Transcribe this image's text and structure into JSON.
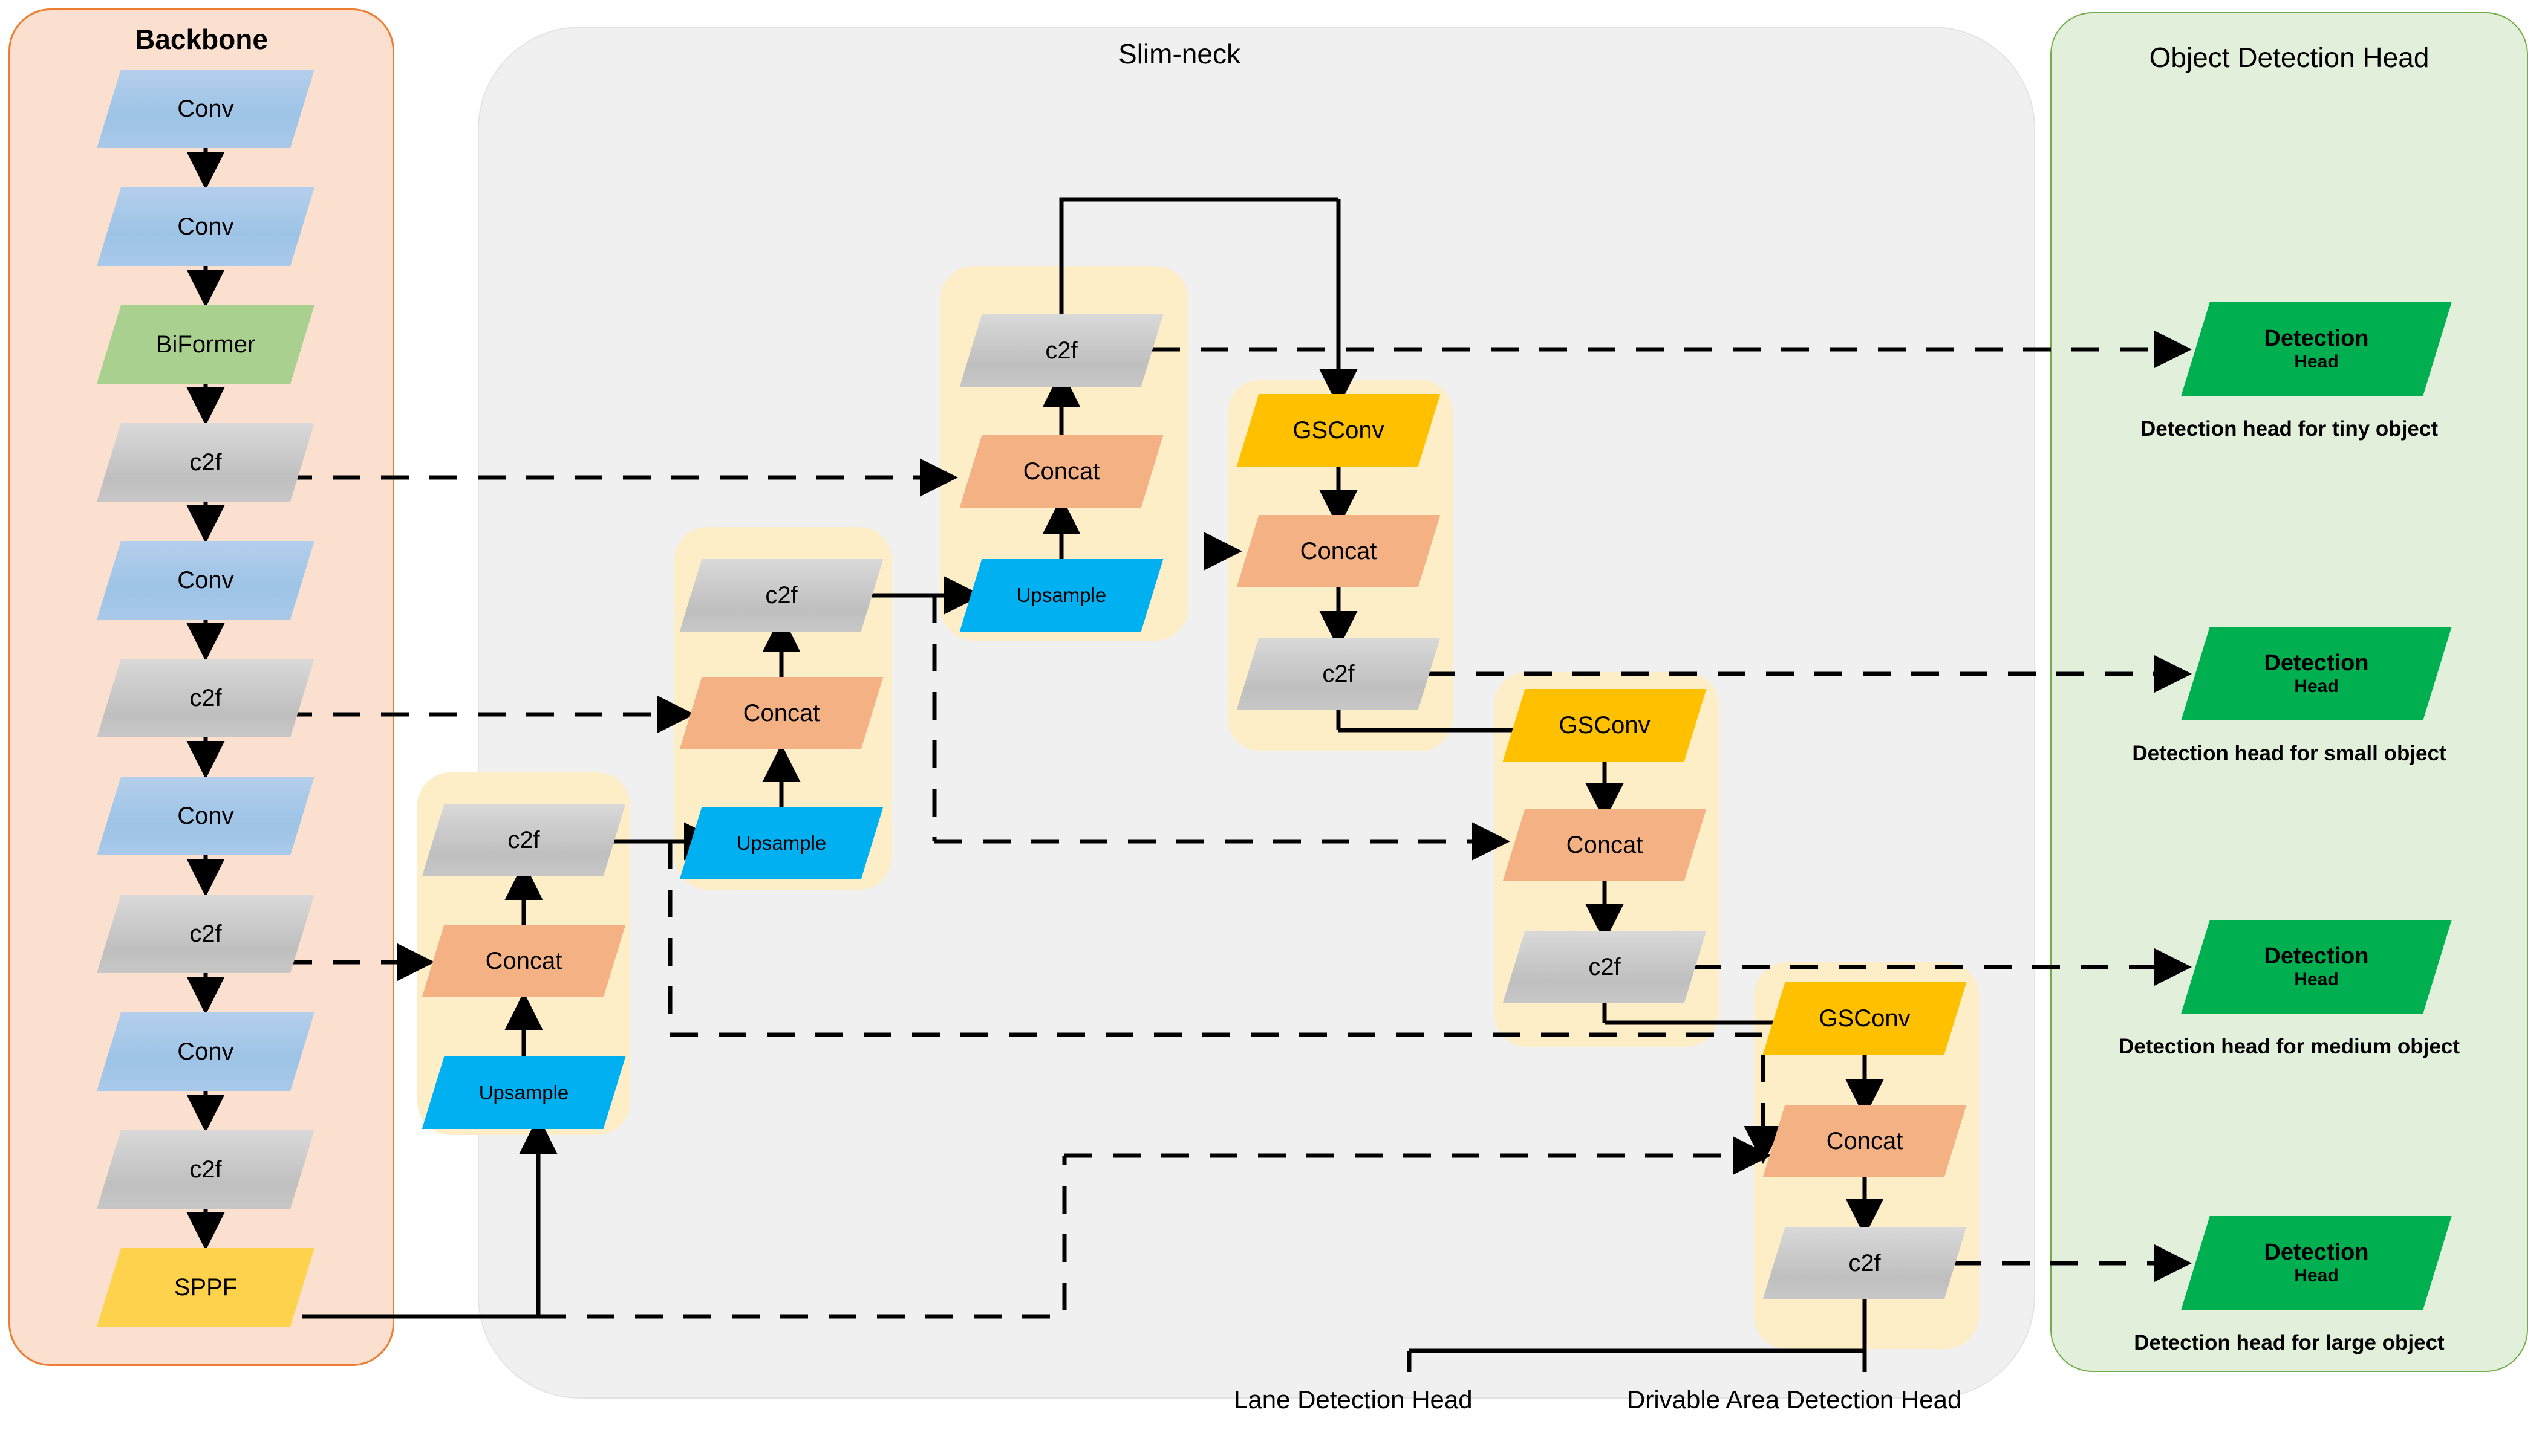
{
  "regions": {
    "backbone": {
      "title": "Backbone"
    },
    "neck": {
      "title": "Slim-neck"
    },
    "head": {
      "title": "Object Detection Head"
    }
  },
  "labels": {
    "conv": "Conv",
    "biformer": "BiFormer",
    "c2f": "c2f",
    "sppf": "SPPF",
    "concat": "Concat",
    "upsample": "Upsample",
    "gsconv": "GSConv",
    "detection": "Detection",
    "head": "Head"
  },
  "backbone": {
    "blocks": [
      {
        "label": "Conv",
        "type": "conv"
      },
      {
        "label": "Conv",
        "type": "conv"
      },
      {
        "label": "BiFormer",
        "type": "biformer"
      },
      {
        "label": "c2f",
        "type": "c2f"
      },
      {
        "label": "Conv",
        "type": "conv"
      },
      {
        "label": "c2f",
        "type": "c2f"
      },
      {
        "label": "Conv",
        "type": "conv"
      },
      {
        "label": "c2f",
        "type": "c2f"
      },
      {
        "label": "Conv",
        "type": "conv"
      },
      {
        "label": "c2f",
        "type": "c2f"
      },
      {
        "label": "SPPF",
        "type": "sppf"
      }
    ]
  },
  "neck": {
    "group_p5": {
      "c2f": "c2f",
      "concat": "Concat",
      "upsample": "Upsample"
    },
    "group_p4": {
      "c2f": "c2f",
      "concat": "Concat",
      "upsample": "Upsample"
    },
    "group_p3": {
      "c2f": "c2f",
      "concat": "Concat",
      "upsample": "Upsample"
    },
    "group_d1": {
      "gsconv": "GSConv",
      "concat": "Concat",
      "c2f": "c2f"
    },
    "group_d2": {
      "gsconv": "GSConv",
      "concat": "Concat",
      "c2f": "c2f"
    },
    "group_d3": {
      "gsconv": "GSConv",
      "concat": "Concat",
      "c2f": "c2f"
    }
  },
  "detection_heads": [
    {
      "title": "Detection",
      "sub": "Head",
      "caption": "Detection head for tiny object"
    },
    {
      "title": "Detection",
      "sub": "Head",
      "caption": "Detection head for small object"
    },
    {
      "title": "Detection",
      "sub": "Head",
      "caption": "Detection head for medium object"
    },
    {
      "title": "Detection",
      "sub": "Head",
      "caption": "Detection head for large object"
    }
  ],
  "bottom_labels": {
    "lane": "Lane Detection Head",
    "drivable": "Drivable Area Detection Head"
  },
  "colors": {
    "backbone_fill": "#fbe0cf",
    "backbone_border": "#ed7d31",
    "neck_fill": "#f0f0f0",
    "head_fill": "#e2efda",
    "head_border": "#70ad47",
    "group_fill": "#fdeec8",
    "conv": "#9dc3e6",
    "biformer": "#a9d08e",
    "c2f": "#bfbfbf",
    "sppf": "#ffd24d",
    "concat": "#f4b183",
    "upsample": "#00b0f0",
    "gsconv": "#ffc000",
    "detection": "#00b050"
  }
}
